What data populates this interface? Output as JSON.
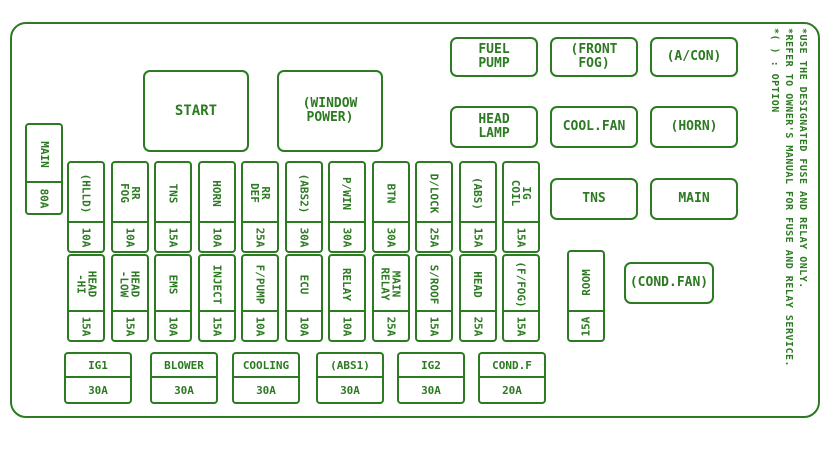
{
  "colors": {
    "ink": "#2c7a22",
    "background": "#ffffff"
  },
  "relays": {
    "start": "START",
    "window_power": "(WINDOW\nPOWER)",
    "fuel_pump": "FUEL\nPUMP",
    "front_fog": "(FRONT\nFOG)",
    "acon": "(A/CON)",
    "head_lamp": "HEAD\nLAMP",
    "cool_fan": "COOL.FAN",
    "horn": "(HORN)",
    "tns": "TNS",
    "main": "MAIN",
    "cond_fan": "(COND.FAN)",
    "room_name": "ROOM",
    "room_amp": "15A"
  },
  "main_fuse": {
    "name": "MAIN",
    "amp": "80A"
  },
  "fuses_top": [
    {
      "name": "(HLLD)",
      "amp": "10A"
    },
    {
      "name": "RR FOG",
      "amp": "10A"
    },
    {
      "name": "TNS",
      "amp": "15A"
    },
    {
      "name": "HORN",
      "amp": "10A"
    },
    {
      "name": "RR DEF",
      "amp": "25A"
    },
    {
      "name": "(ABS2)",
      "amp": "30A"
    },
    {
      "name": "P/WIN",
      "amp": "30A"
    },
    {
      "name": "BTN",
      "amp": "30A"
    },
    {
      "name": "D/LOCK",
      "amp": "25A"
    },
    {
      "name": "(ABS)",
      "amp": "15A"
    },
    {
      "name": "IG COIL",
      "amp": "15A"
    }
  ],
  "fuses_bottom": [
    {
      "name": "HEAD\n-HI",
      "amp": "15A"
    },
    {
      "name": "HEAD\n-LOW",
      "amp": "15A"
    },
    {
      "name": "EMS",
      "amp": "10A"
    },
    {
      "name": "INJECT",
      "amp": "15A"
    },
    {
      "name": "F/PUMP",
      "amp": "10A"
    },
    {
      "name": "ECU",
      "amp": "10A"
    },
    {
      "name": "RELAY",
      "amp": "10A"
    },
    {
      "name": "MAIN\nRELAY",
      "amp": "25A"
    },
    {
      "name": "S/ROOF",
      "amp": "15A"
    },
    {
      "name": "HEAD",
      "amp": "25A"
    },
    {
      "name": "(F/FOG)",
      "amp": "15A"
    }
  ],
  "fuses_large": [
    {
      "name": "IG1",
      "amp": "30A"
    },
    {
      "name": "BLOWER",
      "amp": "30A"
    },
    {
      "name": "COOLING",
      "amp": "30A"
    },
    {
      "name": "(ABS1)",
      "amp": "30A"
    },
    {
      "name": "IG2",
      "amp": "30A"
    },
    {
      "name": "COND.F",
      "amp": "20A"
    }
  ],
  "notes": [
    "*USE THE DESIGNATED FUSE AND RELAY ONLY.",
    "*REFER TO OWNER'S MANUAL FOR FUSE AND RELAY SERVICE.",
    "*( ) : OPTION"
  ]
}
